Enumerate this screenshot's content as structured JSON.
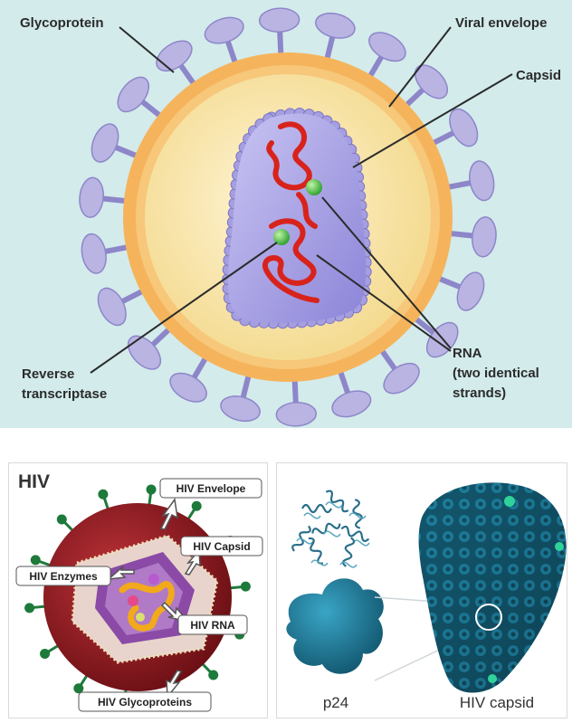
{
  "top_diagram": {
    "labels": {
      "glycoprotein": "Glycoprotein",
      "viral_envelope": "Viral envelope",
      "capsid": "Capsid",
      "rna_line1": "RNA",
      "rna_line2": "(two identical",
      "rna_line3": "strands)",
      "rt_line1": "Reverse",
      "rt_line2": "transcriptase"
    },
    "colors": {
      "background": "#d3ebeb",
      "envelope": "#f5b45c",
      "interior": "#f7e7b4",
      "glycoprotein": "#b9b4e2",
      "capsid": "#a59fe0",
      "rna": "#d8231c",
      "enzyme": "#3fb43a"
    }
  },
  "left_panel": {
    "title": "HIV",
    "labels": {
      "envelope": "HIV Envelope",
      "capsid": "HIV Capsid",
      "enzymes": "HIV Enzymes",
      "rna": "HIV RNA",
      "glycoproteins": "HIV Glycoproteins"
    },
    "colors": {
      "envelope": "#8b1a1f",
      "glycoprotein": "#1d7a3a",
      "capsid": "#7a3f95",
      "rna": "#f2a91b"
    }
  },
  "right_panel": {
    "captions": {
      "p24": "p24",
      "capsid": "HIV capsid"
    },
    "colors": {
      "protein": "#1f7a9a",
      "capsid_dark": "#0d3c4b",
      "accent": "#2fd29a"
    }
  }
}
